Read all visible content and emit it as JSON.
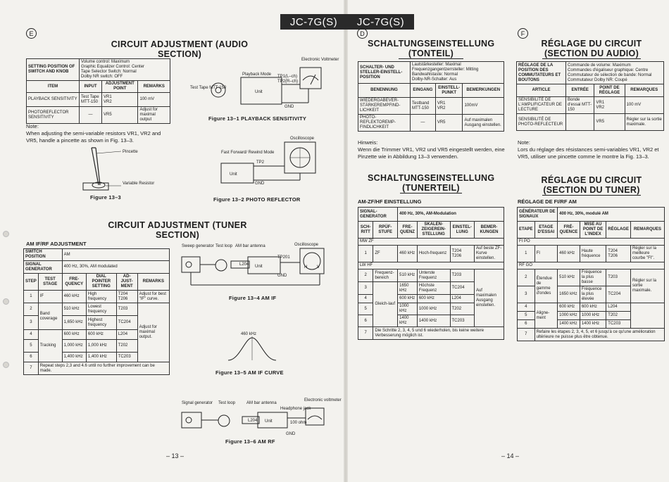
{
  "header": {
    "model_left": "JC-7G(S)",
    "model_right": "JC-7G(S)"
  },
  "markers": {
    "e": "E",
    "d": "D",
    "f": "F"
  },
  "left": {
    "audio_title": "CIRCUIT ADJUSTMENT (AUDIO SECTION)",
    "audio_setting_label": "SETTING POSITION OF SWITCH AND KNOB",
    "audio_setting_value": "Volume control: Maximum\nGraphic Equalizer Control: Center\nTape Selector Switch: Normal\nDolby NR switch: OFF",
    "audio_cols": [
      "ITEM",
      "INPUT",
      "ADJUSTMENT POINT",
      "REMARKS"
    ],
    "audio_rows": [
      [
        "PLAYBACK SENSITIVITY",
        "Test Tape MTT-150",
        "VR1\nVR2",
        "100 mV"
      ],
      [
        "PHOTOREFLECTOR SENSITIVITY",
        "—",
        "VR5",
        "Adjust for maximal output"
      ]
    ],
    "note_label": "Note:",
    "note_text": "When adjusting the semi-variable resistors VR1, VR2 and VR5, handle a pincette as shown in Fig. 13–3.",
    "fig13_3": "Figure 13–3",
    "fig13_3_pincette": "Pincette",
    "fig13_3_vr": "Variable Resistor",
    "fig13_1": "Figure 13–1  PLAYBACK SENSITIVITY",
    "fig13_1_voltmeter": "Electronic Voltmeter",
    "fig13_1_mode": "Playback Mode",
    "fig13_1_tp1": "TP1(L–ch)",
    "fig13_1_tp2": "TP2(R–ch)",
    "fig13_1_unit": "Unit",
    "fig13_1_tape": "Test Tape MTT-150",
    "fig13_2": "Figure 13–2  PHOTO REFLECTOR",
    "fig13_2_osc": "Oscilloscope",
    "fig13_2_mode": "Fast Forward/ Rewind Mode",
    "fig13_2_tp": "TP2",
    "fig13_2_unit": "Unit",
    "gnd": "GND",
    "tuner_title": "CIRCUIT ADJUSTMENT (TUNER SECTION)",
    "am_sub": "AM IF/RF ADJUSTMENT",
    "sw_label": "SWITCH POSITION",
    "sw_value": "AM",
    "sg_label": "SIGNAL GENERATOR",
    "sg_value": "400 Hz, 30%, AM modulated",
    "tuner_cols": [
      "STEP",
      "TEST STAGE",
      "FRE-QUENCY",
      "DIAL POINTER SETTING",
      "AD-JUST-MENT",
      "REMARKS"
    ],
    "tuner_rows": [
      [
        "1",
        "IF",
        "460 kHz",
        "High frequency",
        "T204\nT206",
        "Adjust for best \"IF\" curve."
      ],
      [
        "2",
        "",
        "510 kHz",
        "Lowest frequency",
        "T203",
        ""
      ],
      [
        "3",
        "",
        "1,650 kHz",
        "Highest frequency",
        "TC204",
        ""
      ],
      [
        "4",
        "",
        "600 kHz",
        "600 kHz",
        "L204",
        ""
      ],
      [
        "5",
        "",
        "1,000 kHz",
        "1,000 kHz",
        "T202",
        ""
      ],
      [
        "6",
        "",
        "1,400 kHz",
        "1,400 kHz",
        "TC203",
        ""
      ]
    ],
    "band_coverage": "Band coverage",
    "tracking": "Tracking",
    "adjust_max": "Adjust for maximal output.",
    "step7": "Repeat steps 2,3 and 4.6 until no further improvement can be made.",
    "fig13_4": "Figure 13–4  AM IF",
    "fig13_4_sweep": "Sweep generator",
    "fig13_4_loop": "Test loop",
    "fig13_4_ant": "AM bar antenna",
    "fig13_4_osc": "Oscilloscope",
    "fig13_4_tp": "TP201",
    "fig13_4_l": "L204",
    "fig13_4_unit": "Unit",
    "fig13_4_h": "H",
    "fig13_4_v": "V",
    "fig13_5": "Figure 13–5  AM IF CURVE",
    "fig13_5_freq": "460 kHz",
    "fig13_6": "Figure 13–6  AM RF",
    "fig13_6_sg": "Signal generator",
    "fig13_6_loop": "Test loop",
    "fig13_6_ant": "AM bar antenna",
    "fig13_6_vm": "Electronic voltmeter",
    "fig13_6_hp": "Headphone jack",
    "fig13_6_r": "100 ohm",
    "fig13_6_l": "L204",
    "fig13_6_unit": "Unit",
    "page": "– 13 –"
  },
  "de": {
    "title1": "SCHALTUNGSEINSTELLUNG",
    "title2": "(TONTEIL)",
    "set_label": "SCHALTER- UND STELLER-EINSTELL-POSITION",
    "set_value": "Lautstärkesteller: Maximal\nFrequenzgangentzerrsteller: Mitting\nBandwahlstaste: Normal\nDolby-NR-Schalter: Aus",
    "cols": [
      "BENENNUNG",
      "EINGANG",
      "EINSTELL-PUNKT",
      "BEMERKUNGEN"
    ],
    "rows": [
      [
        "WIEDERGABEVER-STÄRKEREMPFIND-LICHKEIT",
        "Testband MTT-150",
        "VR1\nVR2",
        "100mV"
      ],
      [
        "PHOTO-REFLEKTOREMP-FINDLICHKEIT",
        "—",
        "VR5",
        "Auf maximalen Ausgang einstellen."
      ]
    ],
    "hint_label": "Hinweis:",
    "hint": "Wenn die Trimmer VR1, VR2 und VR5 eingestellt werden, eine Pinzette wie in Abbildung 13–3 verwenden.",
    "t2a": "SCHALTUNGSEINSTELLUNG",
    "t2b": "(TUNERTEIL)",
    "sub": "AM-ZF/HF EINSTELLUNG",
    "sg_label": "SIGNAL-GENERATOR",
    "sg_value": "400 Hz, 30%, AM-Modulation",
    "tcols": [
      "SCH-RITT",
      "RPÜF-STUFE",
      "FRE-QUENZ",
      "SKALEN-ZEIGEREIN-STELLUNG",
      "EINSTEL-LUNG",
      "BEMER-KUNGEN"
    ],
    "mwzf": "MW ZF",
    "lwhf": "LW HF",
    "r1": [
      "1",
      "ZF",
      "460 kHz",
      "Hoch-frequenz",
      "T204\nT206",
      "Auf beste ZF-Kurve einstellen."
    ],
    "r2": [
      "2",
      "Frequenz-bereich",
      "510 kHz",
      "Unterste Frequenz",
      "T203",
      ""
    ],
    "r3": [
      "3",
      "",
      "1650 kHz",
      "Höchste Frequenz",
      "TC204",
      ""
    ],
    "r4": [
      "4",
      "",
      "600 kHz",
      "600 kHz",
      "L204",
      ""
    ],
    "r5": [
      "5",
      "",
      "1000 kHz",
      "1000 kHz",
      "T202",
      ""
    ],
    "r6": [
      "6",
      "",
      "1400 kHz",
      "1400 kHz",
      "TC203",
      ""
    ],
    "gleich": "Gleich-lauf",
    "max": "Auf maximalen Ausgang einstellen.",
    "r7": "Die Schritte 2, 3, 4, 5 und 6 wiederholen, bis keine weitere Verbesserung möglich ist.",
    "page": "– 14 –"
  },
  "fr": {
    "title1": "RÉGLAGE DU CIRCUIT",
    "title2": "(SECTION DU AUDIO)",
    "set_label": "RÉGLAGE DE LA POSITION DES COMMUTATEURS ET BOUTONS",
    "set_value": "Commande de volume: Maximum\nCommandes d'égaliseur graphique: Centre\nCommutateur de sélection de bande: Normal\nCommutateur Dolby NR: Coupé",
    "cols": [
      "ARTICLE",
      "ENTRÉE",
      "POINT DE RÉGLAGE",
      "REMARQUES"
    ],
    "rows": [
      [
        "SENSIBILITÉ DE L'AMPLIFICATEUR DE LECTURE",
        "Bonde d'essai MTT-150",
        "VR1\nVR2",
        "100 mV"
      ],
      [
        "SENSIBILITÉ DE PHOTO-REFLECTEUR",
        "",
        "VR5",
        "Régler sur la sortie maximale."
      ]
    ],
    "note_label": "Note:",
    "note": "Lors du réglage des résistances semi-variables VR1, VR2 et VR5, utiliser une pincette comme le montre la Fig. 13–3.",
    "t2a": "RÉGLAGE DU CIRCUIT",
    "t2b": "(SECTION DU TUNER)",
    "sub": "RÉGLAGE DE FI/RF AM",
    "sg_label": "GÉNÉRATEUR DE SIGNAUX",
    "sg_value": "400 Hz, 30%, modulé AM",
    "tcols": [
      "ETAPE",
      "ETAGE D'ESSAI",
      "FRÉ-QUENCE",
      "MISE AU POINT DE L'INDEX",
      "RÉGLAGE",
      "REMARQUES"
    ],
    "fipo": "FI PO",
    "rfgo": "RF GO",
    "r1": [
      "1",
      "FI",
      "460 kHz",
      "Haute fréquence",
      "T204\nT206",
      "Régler sur la meilleure courbe \"FI\"."
    ],
    "r2": [
      "2",
      "Étendue de gamme d'ondes",
      "510 kHz",
      "Fréquence la plus basse",
      "T203",
      ""
    ],
    "r3": [
      "3",
      "",
      "1650 kHz",
      "Fréquence la plus élevée",
      "TC204",
      ""
    ],
    "r4": [
      "4",
      "Aligne-ment",
      "600 kHz",
      "600 kHz",
      "L204",
      ""
    ],
    "r5": [
      "5",
      "",
      "1000 kHz",
      "1000 kHz",
      "T202",
      ""
    ],
    "r6": [
      "6",
      "",
      "1400 kHz",
      "1400 kHz",
      "TC203",
      ""
    ],
    "max": "Régler sur la sortie maximale.",
    "r7": "Refaire les étapes 2, 3, 4, 5, et 6 jusqu'à ce qu'une amélioration ultérieure ne puisse plus être obtenue."
  }
}
